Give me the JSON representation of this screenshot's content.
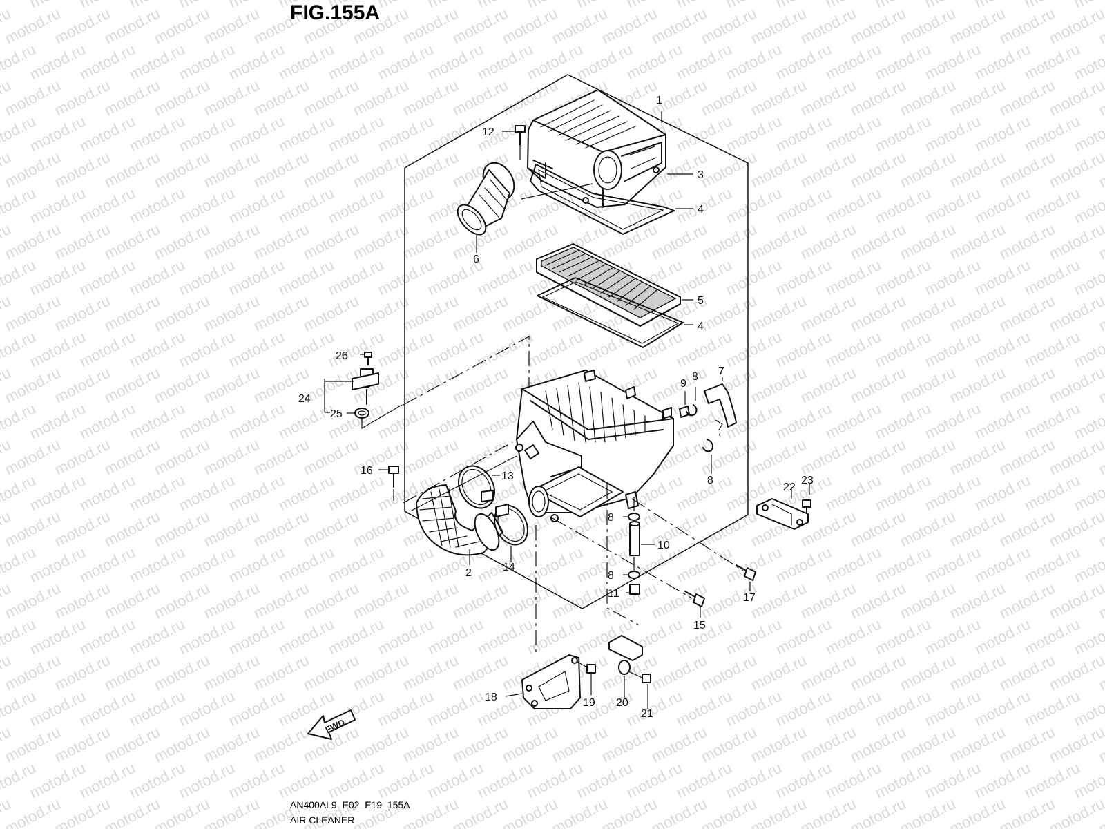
{
  "title": "FIG.155A",
  "watermark": "motod.ru",
  "footer": {
    "code": "AN400AL9_E02_E19_155A",
    "name": "AIR CLEANER"
  },
  "fwd_label": "FWD",
  "callouts": {
    "p1": "1",
    "p2": "2",
    "p3": "3",
    "p4a": "4",
    "p4b": "4",
    "p5": "5",
    "p6": "6",
    "p7": "7",
    "p8a": "8",
    "p8b": "8",
    "p8c": "8",
    "p8d": "8",
    "p9": "9",
    "p10": "10",
    "p11": "11",
    "p12": "12",
    "p13": "13",
    "p14": "14",
    "p15": "15",
    "p16": "16",
    "p17": "17",
    "p18": "18",
    "p19": "19",
    "p20": "20",
    "p21": "21",
    "p22": "22",
    "p23": "23",
    "p24": "24",
    "p25": "25",
    "p26": "26"
  },
  "colors": {
    "line": "#111111",
    "watermark": "#b9b9b9",
    "background": "#ffffff"
  }
}
